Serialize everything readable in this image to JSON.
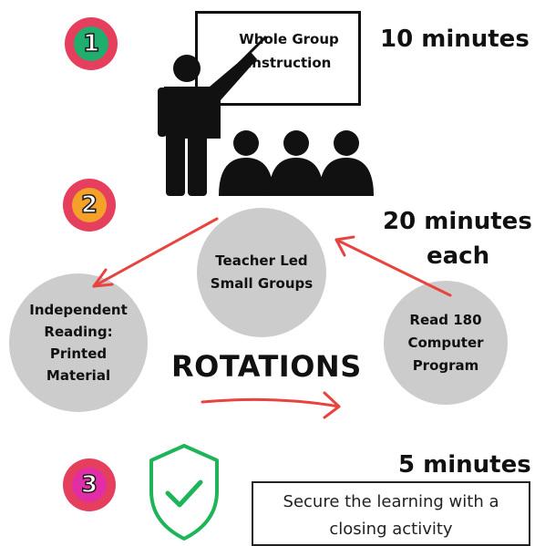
{
  "steps": [
    {
      "number": "1",
      "time": "10 minutes",
      "color": "#1fae6e"
    },
    {
      "number": "2",
      "time_line1": "20 minutes",
      "time_line2": "each",
      "color": "#f4a12a"
    },
    {
      "number": "3",
      "time": "5 minutes",
      "color": "#e12ea7"
    }
  ],
  "badge_ring_color": "#e63f5e",
  "arrow_color": "#e8433f",
  "board": {
    "line1": "Whole Group",
    "line2": "Instruction"
  },
  "stations": {
    "teacher_led": {
      "line1": "Teacher Led",
      "line2": "Small Groups"
    },
    "independent": {
      "line1": "Independent",
      "line2": "Reading:",
      "line3": "Printed",
      "line4": "Material"
    },
    "computer": {
      "line1": "Read 180",
      "line2": "Computer",
      "line3": "Program"
    }
  },
  "rotations_label": "ROTATIONS",
  "closing": {
    "line1": "Secure the learning with a",
    "line2": "closing activity"
  },
  "icons": {
    "teacher": "teacher-pointing-icon",
    "students": "students-group-icon",
    "check": "shield-check-icon"
  }
}
